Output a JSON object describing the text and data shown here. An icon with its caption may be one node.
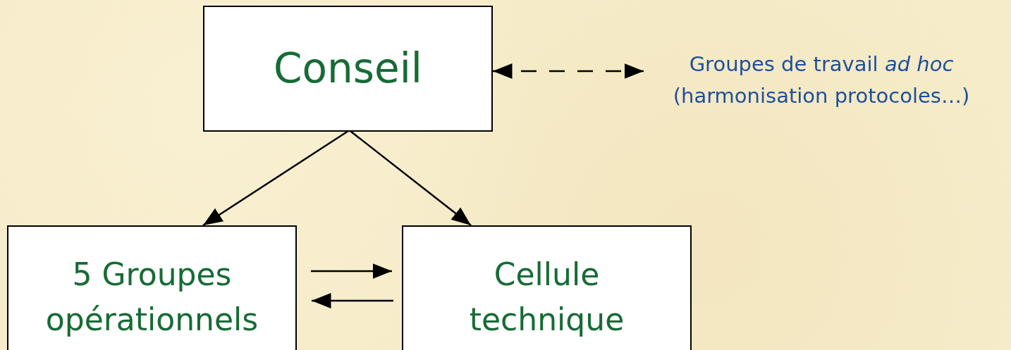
{
  "diagram": {
    "nodes": [
      {
        "text": [
          "Conseil"
        ]
      },
      {
        "text": [
          "Groupes de travail *ad hoc* (harmonisation protocoles…)"
        ]
      },
      {
        "text": [
          "5 Groupes opérationnels"
        ]
      },
      {
        "text": [
          "Cellule technique"
        ]
      }
    ],
    "edges": [
      {
        "from": 0,
        "to": 1,
        "arrow": "both",
        "style": "dashed"
      },
      {
        "from": 0,
        "to": 2,
        "arrow": "to"
      },
      {
        "from": 0,
        "to": 3,
        "arrow": "to"
      },
      {
        "from": 2,
        "to": 3,
        "arrow": "to"
      },
      {
        "from": 3,
        "to": 2,
        "arrow": "to"
      }
    ]
  }
}
